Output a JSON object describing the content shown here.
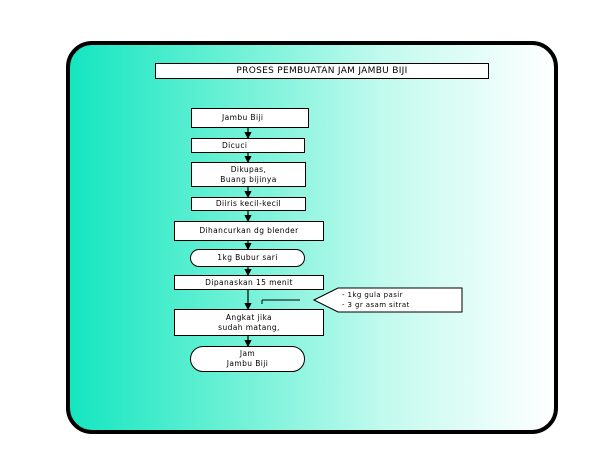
{
  "title": "PROSES PEMBUATAN JAM JAMBU BIJI",
  "steps": {
    "s1": "Jambu Biji",
    "s2": "Dicuci",
    "s3": "Dikupas,\nBuang bijinya",
    "s4": "Diiris kecil-kecil",
    "s5": "Dihancurkan dg blender",
    "s6": "1kg Bubur sari",
    "s7": "Dipanaskan 15 menit",
    "s8": "Angkat jika\nsudah matang,",
    "s9": "Jam\nJambu Biji"
  },
  "note": "- 1kg gula pasir\n- 3 gr asam sitrat"
}
